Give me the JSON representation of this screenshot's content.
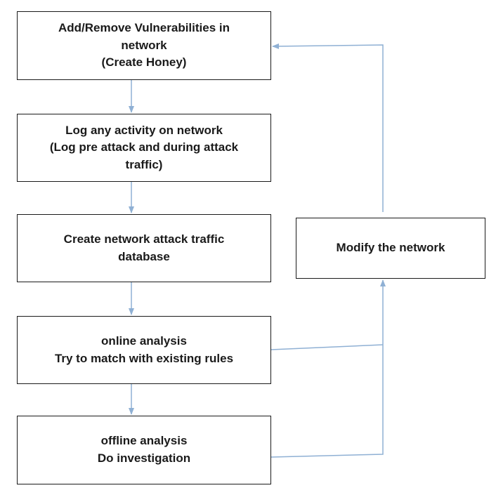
{
  "colors": {
    "box_border": "#1a1a1a",
    "arrow": "#8fb0d4",
    "text": "#1a1a1a"
  },
  "boxes": [
    {
      "id": "add-remove-vulnerabilities",
      "lines": [
        "Add/Remove Vulnerabilities in",
        "network",
        "(Create Honey)"
      ]
    },
    {
      "id": "log-activity",
      "lines": [
        "Log any activity on network",
        "(Log pre attack and during attack",
        "traffic)"
      ]
    },
    {
      "id": "create-database",
      "lines": [
        "Create network attack traffic",
        "database"
      ]
    },
    {
      "id": "online-analysis",
      "lines": [
        "online analysis",
        "Try to match with existing rules"
      ]
    },
    {
      "id": "offline-analysis",
      "lines": [
        "offline analysis",
        "Do investigation"
      ]
    },
    {
      "id": "modify-network",
      "lines": [
        "Modify the network"
      ]
    }
  ],
  "connections": [
    {
      "from": "add-remove-vulnerabilities",
      "to": "log-activity"
    },
    {
      "from": "log-activity",
      "to": "create-database"
    },
    {
      "from": "create-database",
      "to": "online-analysis"
    },
    {
      "from": "online-analysis",
      "to": "offline-analysis"
    },
    {
      "from": "online-analysis",
      "to": "modify-network"
    },
    {
      "from": "offline-analysis",
      "to": "modify-network"
    },
    {
      "from": "modify-network",
      "to": "add-remove-vulnerabilities"
    }
  ]
}
